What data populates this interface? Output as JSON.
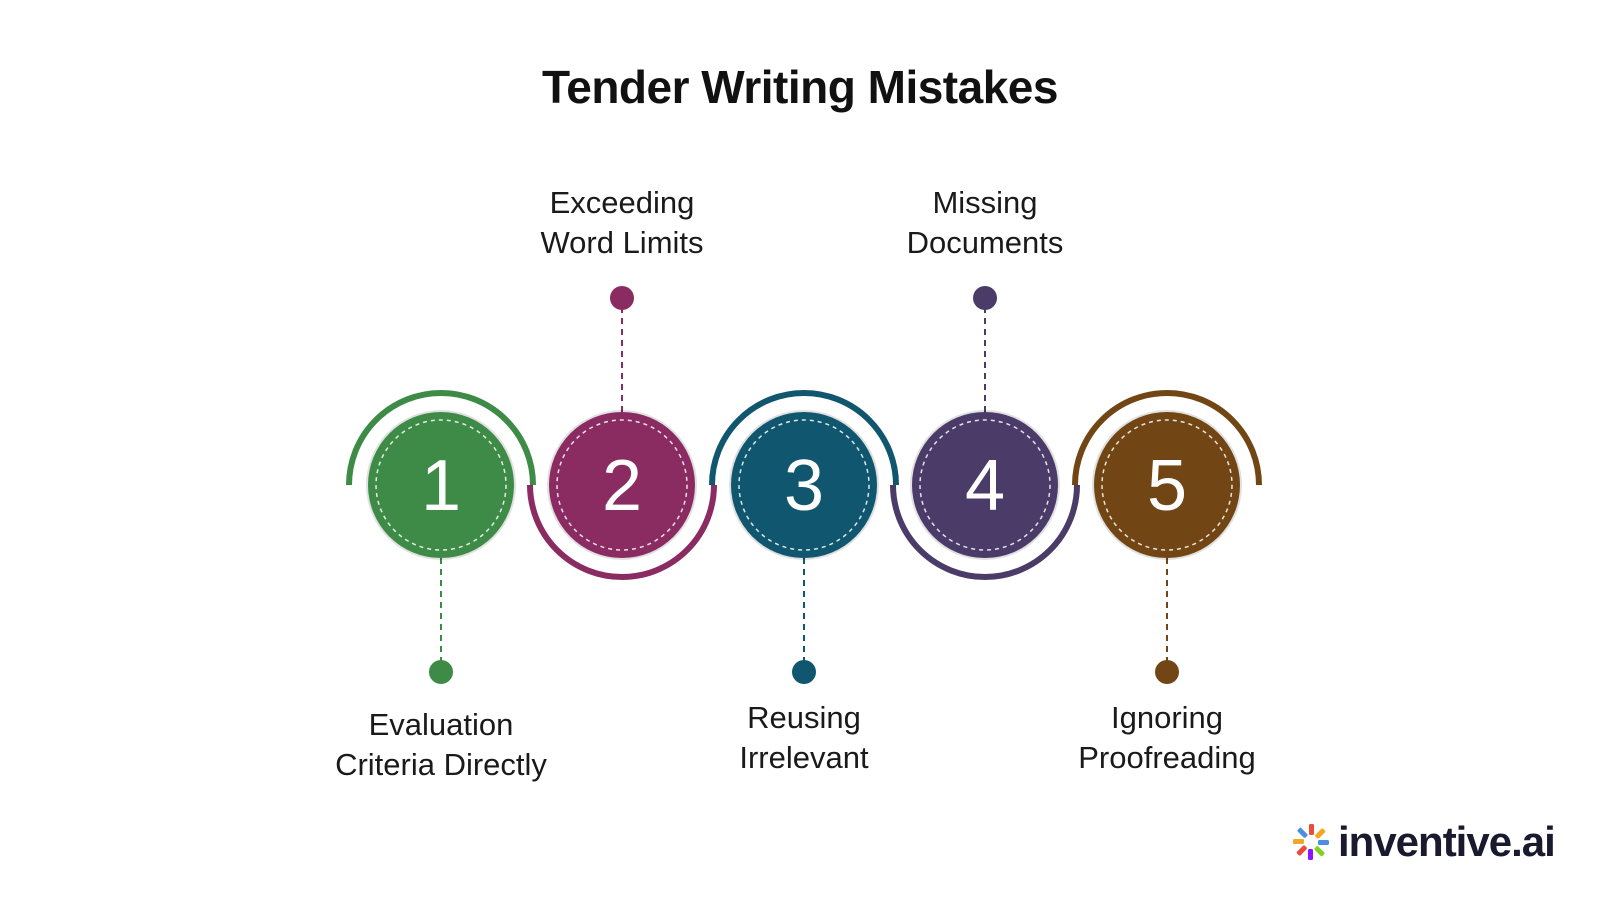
{
  "title": "Tender Writing Mistakes",
  "steps": [
    {
      "number": "1",
      "line1": "Evaluation",
      "line2": "Criteria Directly",
      "color": "#3e8b48",
      "position": "below"
    },
    {
      "number": "2",
      "line1": "Exceeding",
      "line2": "Word Limits",
      "color": "#8a2c62",
      "position": "above"
    },
    {
      "number": "3",
      "line1": "Reusing",
      "line2": "Irrelevant",
      "color": "#11566f",
      "position": "below"
    },
    {
      "number": "4",
      "line1": "Missing",
      "line2": "Documents",
      "color": "#4a3b69",
      "position": "above"
    },
    {
      "number": "5",
      "line1": "Ignoring",
      "line2": "Proofreading",
      "color": "#724614",
      "position": "below"
    }
  ],
  "logo": {
    "text": "inventive.ai",
    "icon": "pinwheel-logo-icon",
    "colors": [
      "#e94b3c",
      "#f5a623",
      "#4a90e2",
      "#7ed321",
      "#9013fe"
    ]
  }
}
